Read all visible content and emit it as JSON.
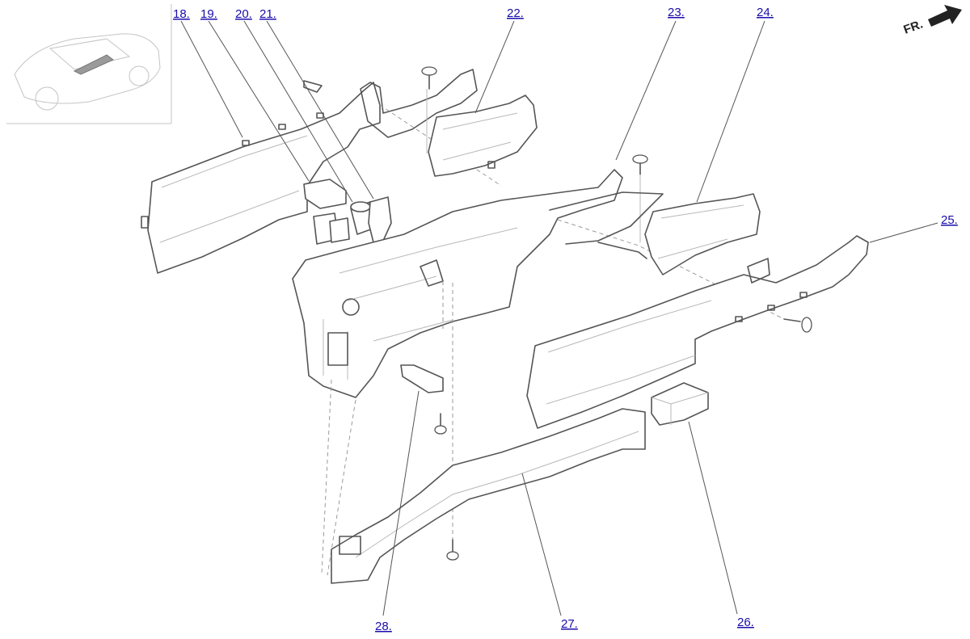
{
  "diagram": {
    "direction_label": "FR.",
    "colors": {
      "line": "#555555",
      "light_line": "#b8b8b8",
      "link": "#1a0dab",
      "background": "#ffffff"
    },
    "callouts": [
      "18.",
      "19.",
      "20.",
      "21.",
      "22.",
      "23.",
      "24.",
      "25.",
      "26.",
      "27.",
      "28."
    ]
  }
}
